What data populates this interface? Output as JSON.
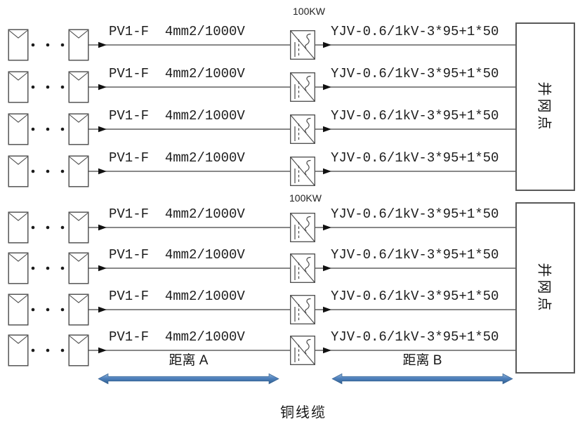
{
  "diagram": {
    "rows": [
      {
        "pv_cable": "PV1-F  4mm2/1000V",
        "ac_cable": "YJV-0.6/1kV-3*95+1*50"
      },
      {
        "pv_cable": "PV1-F  4mm2/1000V",
        "ac_cable": "YJV-0.6/1kV-3*95+1*50"
      },
      {
        "pv_cable": "PV1-F  4mm2/1000V",
        "ac_cable": "YJV-0.6/1kV-3*95+1*50"
      },
      {
        "pv_cable": "PV1-F  4mm2/1000V",
        "ac_cable": "YJV-0.6/1kV-3*95+1*50"
      },
      {
        "pv_cable": "PV1-F  4mm2/1000V",
        "ac_cable": "YJV-0.6/1kV-3*95+1*50"
      },
      {
        "pv_cable": "PV1-F  4mm2/1000V",
        "ac_cable": "YJV-0.6/1kV-3*95+1*50"
      },
      {
        "pv_cable": "PV1-F  4mm2/1000V",
        "ac_cable": "YJV-0.6/1kV-3*95+1*50"
      },
      {
        "pv_cable": "PV1-F  4mm2/1000V",
        "ac_cable": "YJV-0.6/1kV-3*95+1*50"
      }
    ],
    "inverters": {
      "group1_power_label": "100KW",
      "group2_power_label": "100KW"
    },
    "grid_points": {
      "box1_label": "并网点",
      "box2_label": "并网点"
    },
    "distances": {
      "a_label": "距离 A",
      "b_label": "距离 B"
    },
    "footer_label": "铜线缆",
    "icons": {
      "pv_panel": "pv-panel-icon",
      "inverter": "inverter-icon",
      "double_arrow": "double-arrow-icon"
    },
    "colors": {
      "line": "#404040",
      "arrow_blue": "#4f81bd"
    }
  }
}
